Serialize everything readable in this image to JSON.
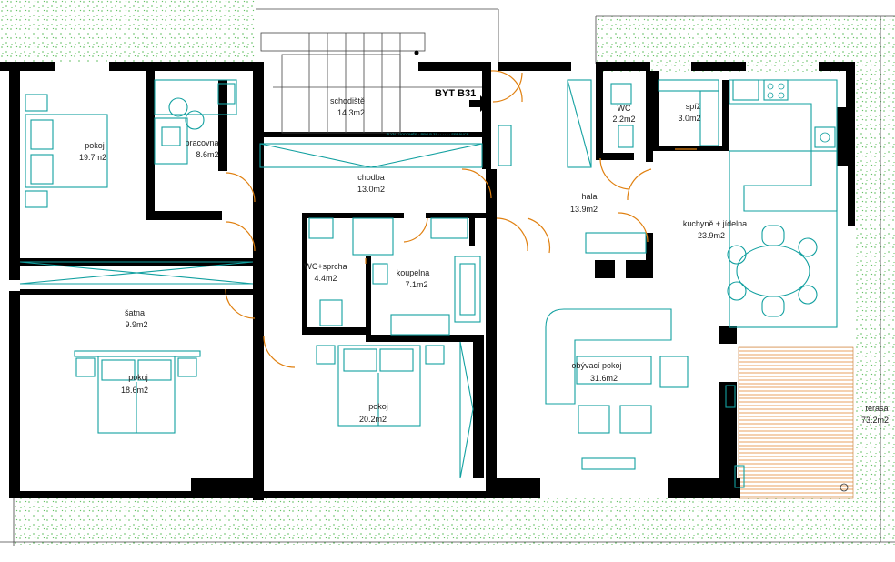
{
  "apartment_label": "BYT B31",
  "rooms": [
    {
      "id": "staircase",
      "name": "schodiště",
      "area": "14.3m2"
    },
    {
      "id": "bedroom-1",
      "name": "pokoj",
      "area": "19.7m2"
    },
    {
      "id": "study",
      "name": "pracovna",
      "area": "8.6m2"
    },
    {
      "id": "corridor",
      "name": "chodba",
      "area": "13.0m2"
    },
    {
      "id": "wc",
      "name": "WC",
      "area": "2.2m2"
    },
    {
      "id": "pantry",
      "name": "spíž",
      "area": "3.0m2"
    },
    {
      "id": "hall",
      "name": "hala",
      "area": "13.9m2"
    },
    {
      "id": "kitchen-dining",
      "name": "kuchyně + jídelna",
      "area": "23.9m2"
    },
    {
      "id": "wc-shower",
      "name": "WC+sprcha",
      "area": "4.4m2"
    },
    {
      "id": "bathroom",
      "name": "koupelna",
      "area": "7.1m2"
    },
    {
      "id": "wardrobe",
      "name": "šatna",
      "area": "9.9m2"
    },
    {
      "id": "bedroom-2",
      "name": "pokoj",
      "area": "18.6m2"
    },
    {
      "id": "bedroom-3",
      "name": "pokoj",
      "area": "20.2m2"
    },
    {
      "id": "living-room",
      "name": "obývací pokoj",
      "area": "31.6m2"
    },
    {
      "id": "terrace",
      "name": "terasa",
      "area": "73.2m2"
    }
  ],
  "colors": {
    "walls": "#000000",
    "furniture": "#12a0a0",
    "doors": "#e08010",
    "lawn": "#3bb03b",
    "terrace_deck": "#e8a060"
  }
}
